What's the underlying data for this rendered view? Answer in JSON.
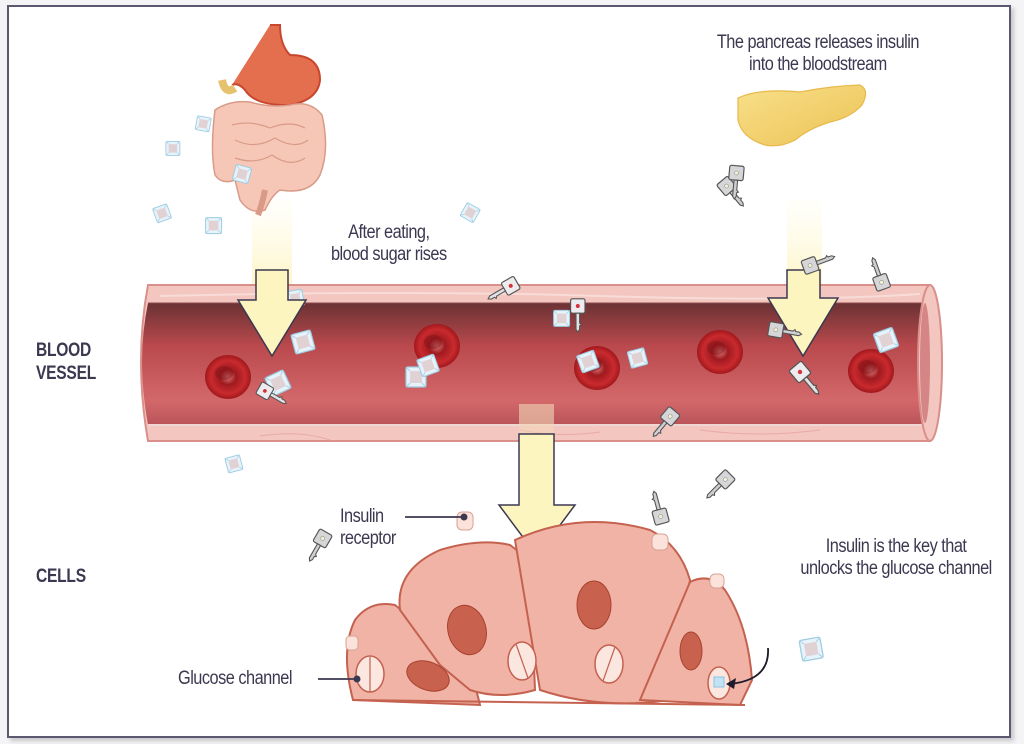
{
  "diagram": {
    "title": "How insulin moves glucose from the blood into cells",
    "section_labels": {
      "blood_vessel": "BLOOD\nVESSEL",
      "cells": "CELLS"
    },
    "annotations": {
      "after_eating": "After eating,\nblood sugar rises",
      "pancreas": "The pancreas releases insulin\ninto the bloodstream",
      "insulin_receptor": "Insulin\nreceptor",
      "insulin_key": "Insulin is the key that\nunlocks the glucose channel",
      "glucose_channel": "Glucose channel"
    },
    "legend_semantics": {
      "glucose": "ice-cube shaped glucose molecules",
      "insulin": "key shaped insulin molecules",
      "red_blood_cell": "red blood cells in vessel"
    },
    "colors": {
      "text": "#3b3850",
      "frame": "#5d5870",
      "arrow_fill": "#fdf5c0",
      "arrow_stroke": "#3b3850",
      "vessel_wall": "#f2c3bd",
      "vessel_lumen": "#c9565a",
      "rbc": "#c5262a",
      "cell": "#f0b3a5",
      "cell_outline": "#c5614f",
      "nucleus": "#c8624f",
      "pancreas": "#f3d372",
      "stomach": "#e0694a",
      "intestine": "#f5c4b4",
      "glucose": "#d6ecf6",
      "key": "#d7d7d9"
    }
  }
}
